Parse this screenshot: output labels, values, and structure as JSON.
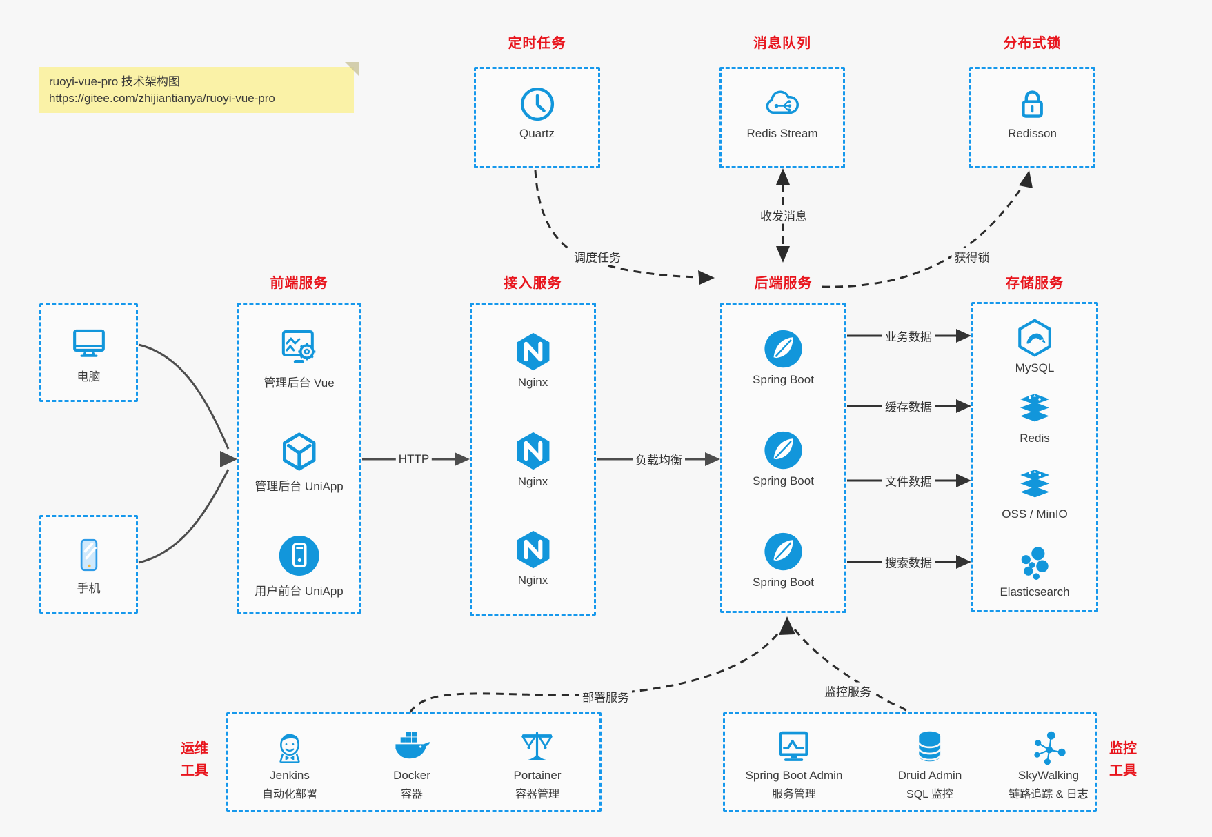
{
  "note": {
    "line1": "ruoyi-vue-pro 技术架构图",
    "line2": "https://gitee.com/zhijiantianya/ruoyi-vue-pro"
  },
  "colors": {
    "border_blue": "#1698ec",
    "icon_blue": "#1296db",
    "title_red": "#e8151d",
    "arrow_gray": "#4d4d4d",
    "arrow_dark": "#2b2b2b",
    "note_bg": "#faf2a7",
    "background": "#f7f7f7"
  },
  "top_groups": [
    {
      "title": "定时任务",
      "item": {
        "label": "Quartz",
        "icon": "clock-icon"
      }
    },
    {
      "title": "消息队列",
      "item": {
        "label": "Redis Stream",
        "icon": "cloud-stream-icon"
      }
    },
    {
      "title": "分布式锁",
      "item": {
        "label": "Redisson",
        "icon": "lock-icon"
      }
    }
  ],
  "clients": [
    {
      "label": "电脑",
      "icon": "desktop-icon"
    },
    {
      "label": "手机",
      "icon": "phone-icon"
    }
  ],
  "columns": [
    {
      "title": "前端服务",
      "items": [
        {
          "label": "管理后台 Vue",
          "icon": "admin-vue-icon"
        },
        {
          "label": "管理后台 UniApp",
          "icon": "uniapp-cube-icon"
        },
        {
          "label": "用户前台 UniApp",
          "icon": "user-uniapp-icon"
        }
      ]
    },
    {
      "title": "接入服务",
      "items": [
        {
          "label": "Nginx",
          "icon": "nginx-icon"
        },
        {
          "label": "Nginx",
          "icon": "nginx-icon"
        },
        {
          "label": "Nginx",
          "icon": "nginx-icon"
        }
      ]
    },
    {
      "title": "后端服务",
      "items": [
        {
          "label": "Spring Boot",
          "icon": "spring-icon"
        },
        {
          "label": "Spring Boot",
          "icon": "spring-icon"
        },
        {
          "label": "Spring Boot",
          "icon": "spring-icon"
        }
      ]
    },
    {
      "title": "存储服务",
      "items": [
        {
          "label": "MySQL",
          "icon": "mysql-icon"
        },
        {
          "label": "Redis",
          "icon": "redis-icon"
        },
        {
          "label": "OSS / MinIO",
          "icon": "oss-icon"
        },
        {
          "label": "Elasticsearch",
          "icon": "elasticsearch-icon"
        }
      ]
    }
  ],
  "bottom_groups": [
    {
      "side_line1": "运维",
      "side_line2": "工具",
      "items": [
        {
          "name": "Jenkins",
          "desc": "自动化部署",
          "icon": "jenkins-icon"
        },
        {
          "name": "Docker",
          "desc": "容器",
          "icon": "docker-icon"
        },
        {
          "name": "Portainer",
          "desc": "容器管理",
          "icon": "portainer-icon"
        }
      ]
    },
    {
      "side_line1": "监控",
      "side_line2": "工具",
      "items": [
        {
          "name": "Spring Boot Admin",
          "desc": "服务管理",
          "icon": "springboot-admin-icon"
        },
        {
          "name": "Druid Admin",
          "desc": "SQL 监控",
          "icon": "druid-icon"
        },
        {
          "name": "SkyWalking",
          "desc": "链路追踪 & 日志",
          "icon": "skywalking-icon"
        }
      ]
    }
  ],
  "edge_labels": {
    "http": "HTTP",
    "load_balance": "负载均衡",
    "business": "业务数据",
    "cache": "缓存数据",
    "file": "文件数据",
    "search": "搜索数据",
    "schedule": "调度任务",
    "message": "收发消息",
    "lock": "获得锁",
    "deploy": "部署服务",
    "monitor": "监控服务"
  }
}
